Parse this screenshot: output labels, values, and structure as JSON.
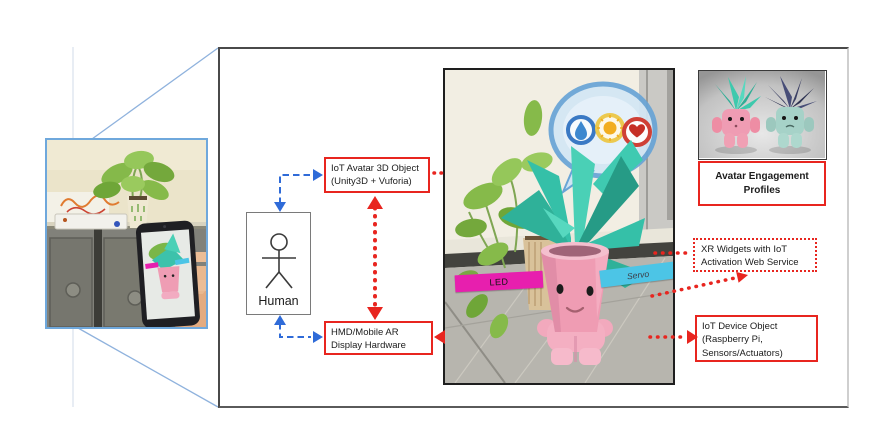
{
  "nodes": {
    "iot_avatar": {
      "line1": "IoT Avatar 3D Object",
      "line2": "(Unity3D + Vuforia)"
    },
    "human": {
      "label": "Human"
    },
    "hmd": {
      "line1": "HMD/Mobile AR",
      "line2": "Display Hardware"
    },
    "profiles": {
      "line1": "Avatar Engagement",
      "line2": "Profiles"
    },
    "xr_widgets": {
      "line1": "XR Widgets with IoT",
      "line2": "Activation Web Service"
    },
    "iot_device": {
      "line1": "IoT Device Object",
      "line2": "(Raspberry Pi,",
      "line3": "Sensors/Actuators)"
    }
  },
  "ar_overlay": {
    "led_label": "LED",
    "servo_label": "Servo"
  },
  "colors": {
    "accent_red": "#e8251f",
    "link_blue": "#2f6bd8",
    "led_magenta": "#e71fae",
    "servo_cyan": "#4cc5e6",
    "avatar_teal": "#35c0a8",
    "avatar_pink": "#ef9cb3",
    "profile_mint": "#a6d2c8",
    "profile_navy": "#3a3f63"
  }
}
